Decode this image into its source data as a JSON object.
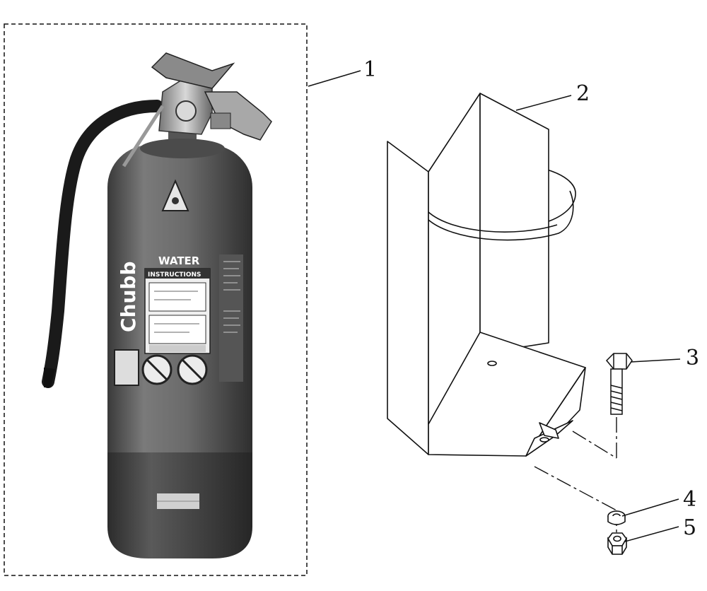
{
  "callouts": [
    {
      "label": "1",
      "part": "fire-extinguisher"
    },
    {
      "label": "2",
      "part": "extinguisher-bracket"
    },
    {
      "label": "3",
      "part": "bolt"
    },
    {
      "label": "4",
      "part": "washer"
    },
    {
      "label": "5",
      "part": "nut"
    }
  ],
  "extinguisher": {
    "brand": "Chubb",
    "agent": "WATER",
    "instructions_heading": "INSTRUCTIONS"
  },
  "colors": {
    "line": "#111111",
    "cylinder": "#6d6d6d",
    "cylinder_dark": "#3e3e3e",
    "bracket_fill": "#ffffff"
  }
}
